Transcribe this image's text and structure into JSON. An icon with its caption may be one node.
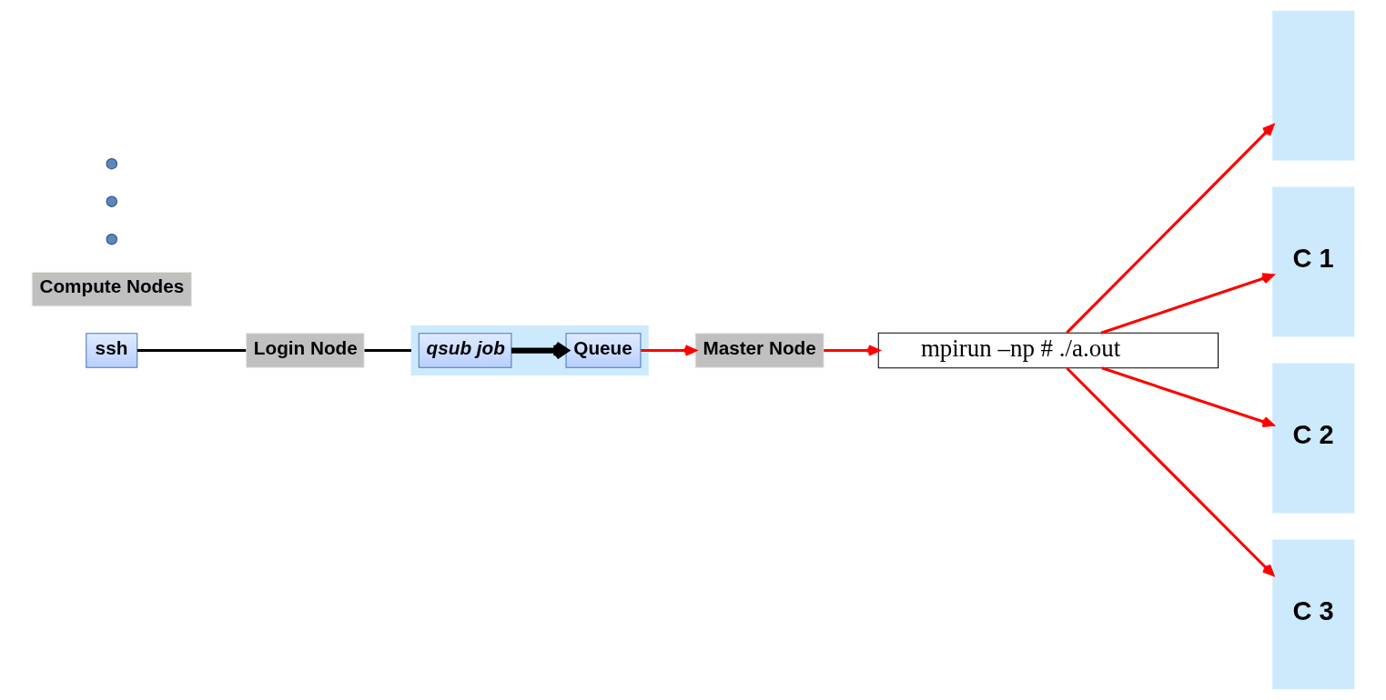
{
  "diagram": {
    "nodes": [
      {
        "text": [
          "Login Node"
        ]
      },
      {
        "text": [],
        "shape": "bar"
      },
      {
        "text": [
          "ssh"
        ]
      },
      {
        "text": [
          "qsub job"
        ],
        "in": 1
      },
      {
        "text": [
          "Queue"
        ],
        "in": 1
      },
      {
        "text": [
          "Compute Nodes"
        ]
      },
      {
        "text": [],
        "shape": "bar"
      },
      {
        "text": [
          "Master Node"
        ]
      },
      {
        "text": [
          "C 1"
        ]
      },
      {
        "text": [
          "C 2"
        ]
      },
      {
        "text": [
          "C 3"
        ]
      },
      {
        "text": [],
        "shape": "circle"
      },
      {
        "text": [],
        "shape": "circle"
      },
      {
        "text": [],
        "shape": "circle"
      },
      {
        "text": [
          "mpirun –np # ./a.out"
        ]
      }
    ],
    "edges": [
      {
        "from": 2,
        "to": 0,
        "arrow": "none",
        "color": "#000000"
      },
      {
        "from": 0,
        "to": 1,
        "arrow": "none",
        "color": "#000000"
      },
      {
        "from": 3,
        "to": 4,
        "arrow": "to",
        "style": "thick",
        "color": "#000000"
      },
      {
        "from": 4,
        "to": 7,
        "arrow": "to",
        "color": "#ff0000"
      },
      {
        "from": 7,
        "to": 14,
        "arrow": "to",
        "color": "#ff0000"
      },
      {
        "from": 14,
        "to": 6,
        "arrow": "to",
        "color": "#ff0000"
      },
      {
        "from": 14,
        "to": 8,
        "arrow": "to",
        "color": "#ff0000"
      },
      {
        "from": 14,
        "to": 9,
        "arrow": "to",
        "color": "#ff0000"
      },
      {
        "from": 14,
        "to": 10,
        "arrow": "to",
        "color": "#ff0000"
      }
    ]
  }
}
